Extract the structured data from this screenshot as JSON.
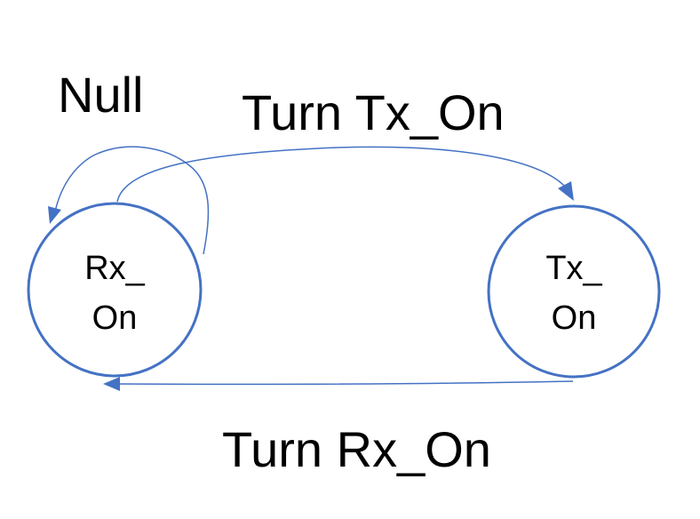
{
  "states": {
    "rx_on": {
      "line1": "Rx_",
      "line2": "On"
    },
    "tx_on": {
      "line1": "Tx_",
      "line2": "On"
    }
  },
  "transitions": {
    "self_loop": {
      "label": "Null"
    },
    "to_tx": {
      "label": "Turn Tx_On"
    },
    "to_rx": {
      "label": "Turn Rx_On"
    }
  },
  "colors": {
    "accent": "#4472C4",
    "text": "#000000",
    "background": "#ffffff"
  }
}
